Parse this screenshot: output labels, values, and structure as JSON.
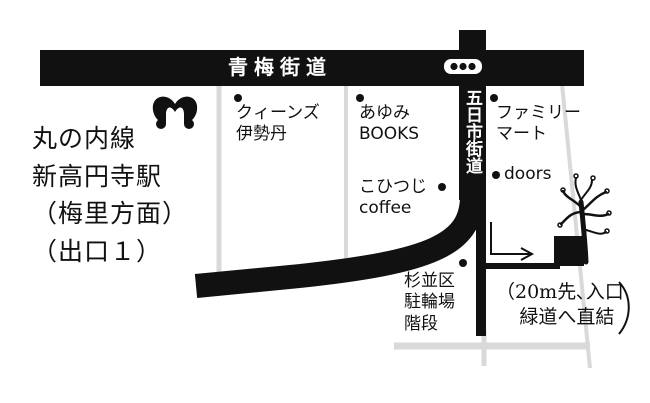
{
  "colors": {
    "road": "#111111",
    "minor_road": "#d9d9d9",
    "paper": "#ffffff"
  },
  "roads": {
    "ome_kaido": "青梅街道",
    "itsukaichi_kaido": "五日市街道"
  },
  "station": {
    "lines": [
      "丸の内線",
      "新高円寺駅",
      "（梅里方面）",
      "（出口１）"
    ],
    "logo_icon": "metro-m-logo-icon"
  },
  "signal_icon": "traffic-signal-icon",
  "shops": {
    "queens": [
      "クィーンズ",
      "伊勢丹"
    ],
    "ayumi": [
      "あゆみ",
      "BOOKS"
    ],
    "family": [
      "ファミリー",
      "マート"
    ],
    "doors": "doors",
    "kohitsuji": [
      "こひつじ",
      "coffee"
    ],
    "parking": [
      "杉並区",
      "駐輪場",
      "階段"
    ]
  },
  "note": [
    "（20m先､入口",
    "緑道へ直結"
  ],
  "tree_icon": "tree-icon"
}
